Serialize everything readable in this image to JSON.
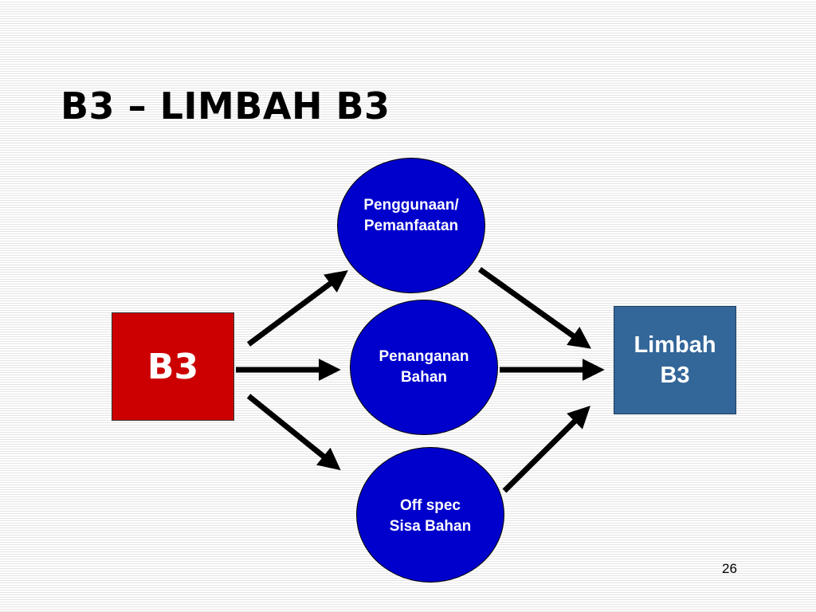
{
  "slide": {
    "title": "B3 – LIMBAH B3",
    "page_number": "26"
  },
  "diagram": {
    "source": {
      "label": "B3",
      "color": "#cc0000"
    },
    "target": {
      "lines": [
        "Limbah",
        "B3"
      ],
      "color": "#336699"
    },
    "nodes": [
      {
        "id": "penggunaan",
        "lines": [
          "Penggunaan/",
          "Pemanfaatan"
        ],
        "color": "#0000cc"
      },
      {
        "id": "penanganan",
        "lines": [
          "Penanganan",
          "Bahan"
        ],
        "color": "#0000cc"
      },
      {
        "id": "offspec",
        "lines": [
          "Off spec",
          "Sisa Bahan"
        ],
        "color": "#0000cc"
      }
    ],
    "edges": [
      {
        "from": "source",
        "to": "penggunaan"
      },
      {
        "from": "source",
        "to": "penanganan"
      },
      {
        "from": "source",
        "to": "offspec"
      },
      {
        "from": "penggunaan",
        "to": "target"
      },
      {
        "from": "penanganan",
        "to": "target"
      },
      {
        "from": "offspec",
        "to": "target"
      }
    ],
    "arrow_color": "#000000"
  }
}
